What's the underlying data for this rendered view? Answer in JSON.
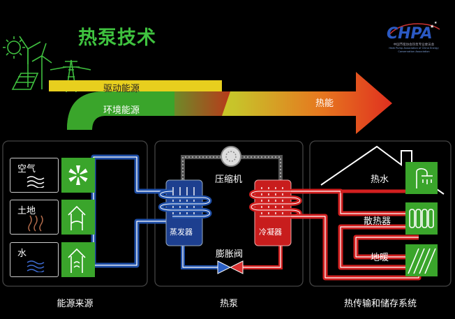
{
  "title": "热泵技术",
  "logo": {
    "name": "CHPA",
    "subtitle_cn": "中国节能协会热泵专业委员会",
    "subtitle_en": "Heat Pump Association of China Energy Conservation Association"
  },
  "arrow": {
    "driving_energy": "驱动能源",
    "ambient_energy": "环境能源",
    "heat_energy": "热能"
  },
  "sources": [
    {
      "label": "空气",
      "icon": "wind-icon"
    },
    {
      "label": "土地",
      "icon": "ground-icon"
    },
    {
      "label": "水",
      "icon": "water-icon"
    }
  ],
  "heat_pump": {
    "compressor": "压缩机",
    "evaporator": "蒸发器",
    "condenser": "冷凝器",
    "expansion_valve": "膨胀阀"
  },
  "outputs": [
    {
      "label": "热水",
      "icon": "shower-icon"
    },
    {
      "label": "散热器",
      "icon": "radiator-icon"
    },
    {
      "label": "地暖",
      "icon": "floor-heating-icon"
    }
  ],
  "panel_labels": {
    "left": "能源来源",
    "middle": "热泵",
    "right": "热传输和储存系统"
  },
  "colors": {
    "green": "#3aa52b",
    "blue": "#1f4fa8",
    "red": "#d21f1f",
    "arrow_start": "#f2d51a",
    "arrow_end": "#e0301f"
  }
}
